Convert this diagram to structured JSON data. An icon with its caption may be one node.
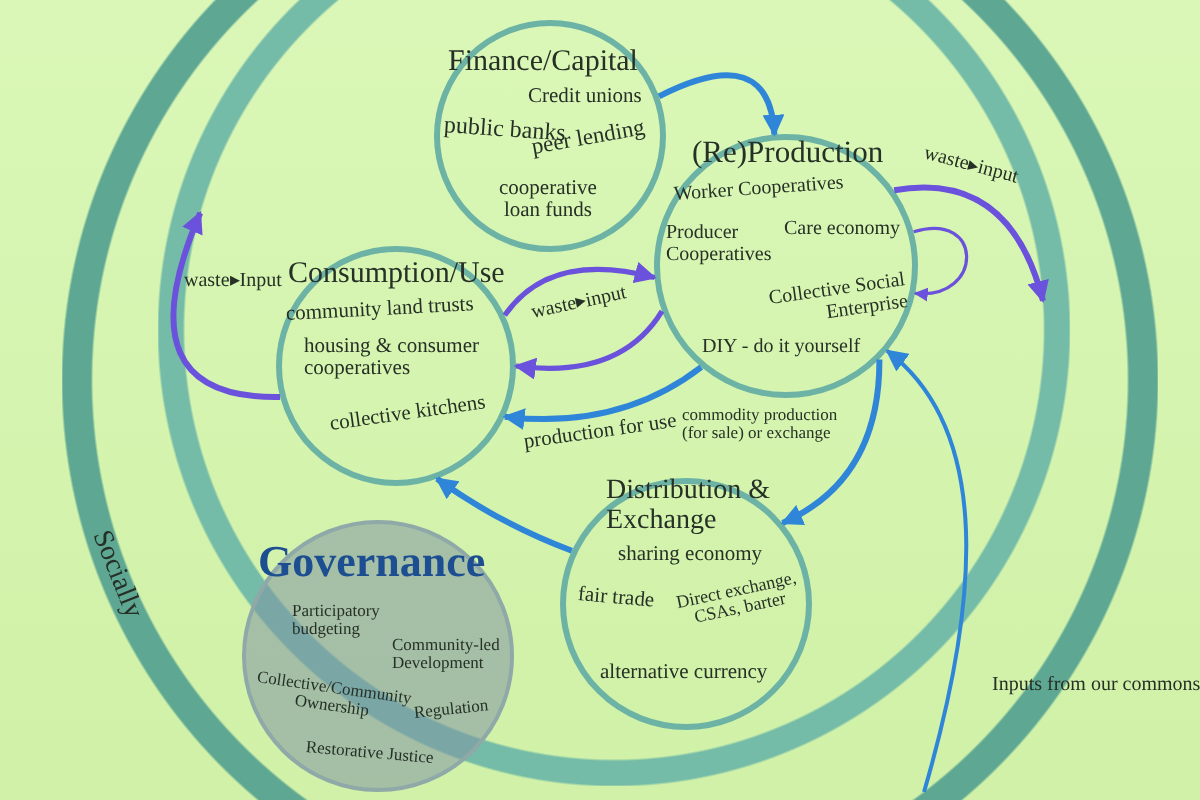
{
  "diagram": {
    "nodes": [
      {
        "text": [
          "Socially"
        ]
      },
      {
        "text": [],
        "shape": "circle",
        "in": 0
      },
      {
        "text": [
          "Finance/Capital",
          "Credit unions",
          "public banks",
          "peer lending",
          "cooperative loan funds"
        ],
        "in": 1
      },
      {
        "text": [
          "(Re)Production",
          "Worker Cooperatives",
          "Care economy",
          "Producer Cooperatives",
          "Collective Social Enterprise",
          "DIY - do it yourself"
        ],
        "in": 1
      },
      {
        "text": [
          "Consumption/Use",
          "community land trusts",
          "housing & consumer cooperatives",
          "collective kitchens"
        ],
        "in": 1
      },
      {
        "text": [
          "Distribution & Exchange",
          "sharing economy",
          "fair trade",
          "Direct exchange, CSAs, barter",
          "alternative currency"
        ],
        "in": 1
      },
      {
        "text": [
          "Governance",
          "Participatory budgeting",
          "Community-led Development",
          "Collective/Community Ownership",
          "Regulation",
          "Restorative Justice"
        ],
        "in": 1
      }
    ],
    "edges": [
      {
        "from": 2,
        "to": 3,
        "arrow": "to",
        "color": "#2f86d8"
      },
      {
        "from": 3,
        "to": 4,
        "arrow": "to",
        "label": "production for use",
        "color": "#2f86d8"
      },
      {
        "from": 3,
        "to": 5,
        "arrow": "to",
        "label": "commodity production (for sale) or exchange",
        "color": "#2f86d8"
      },
      {
        "from": 5,
        "to": 4,
        "arrow": "to",
        "color": "#2f86d8"
      },
      {
        "from": 4,
        "to": 3,
        "arrow": "to",
        "label": "waste▸input",
        "color": "#6a52dc"
      },
      {
        "from": 3,
        "to": 4,
        "arrow": "to",
        "color": "#6a52dc"
      },
      {
        "from": 4,
        "to": 1,
        "arrow": "to",
        "label": "waste▸Input",
        "color": "#6a52dc"
      },
      {
        "from": 3,
        "to": 1,
        "arrow": "to",
        "label": "waste▸input",
        "color": "#6a52dc"
      },
      {
        "from": 3,
        "to": 3,
        "arrow": "to",
        "color": "#6a52dc"
      },
      {
        "from": 0,
        "to": 3,
        "arrow": "to",
        "label": "Inputs from our commons",
        "color": "#2f86d8"
      }
    ]
  }
}
